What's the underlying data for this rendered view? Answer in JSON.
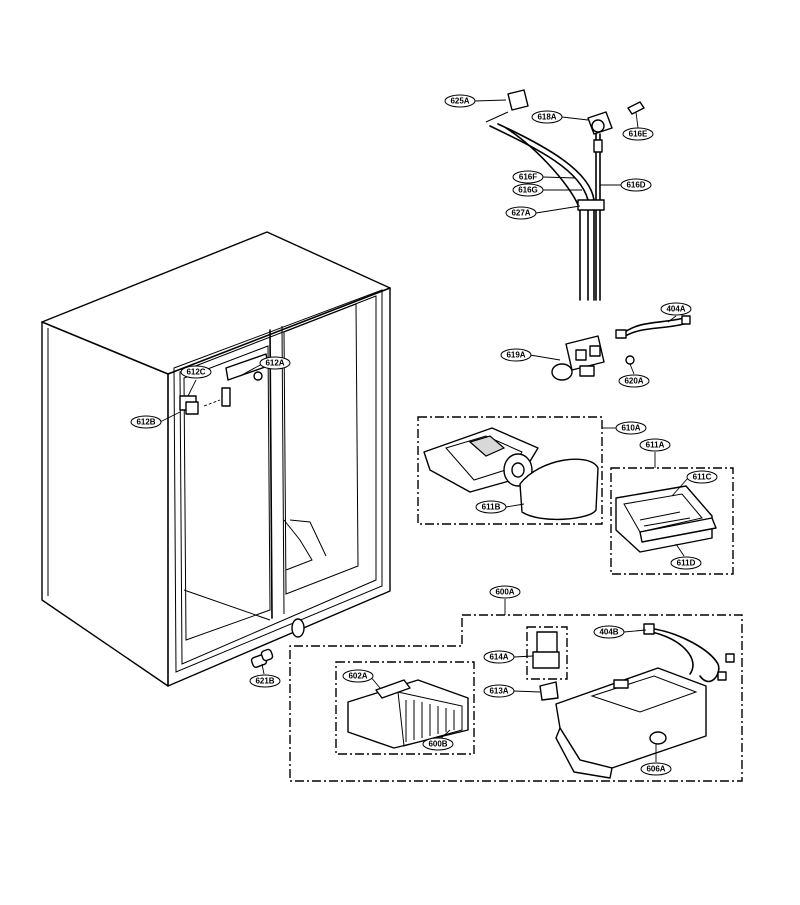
{
  "diagram": {
    "callouts": [
      {
        "id": "625A",
        "label": "625A"
      },
      {
        "id": "618A",
        "label": "618A"
      },
      {
        "id": "616E",
        "label": "616E"
      },
      {
        "id": "616F",
        "label": "616F"
      },
      {
        "id": "616G",
        "label": "616G"
      },
      {
        "id": "616D",
        "label": "616D"
      },
      {
        "id": "627A",
        "label": "627A"
      },
      {
        "id": "404A",
        "label": "404A"
      },
      {
        "id": "619A",
        "label": "619A"
      },
      {
        "id": "620A",
        "label": "620A"
      },
      {
        "id": "612C",
        "label": "612C"
      },
      {
        "id": "612A",
        "label": "612A"
      },
      {
        "id": "612B",
        "label": "612B"
      },
      {
        "id": "610A",
        "label": "610A"
      },
      {
        "id": "611A",
        "label": "611A"
      },
      {
        "id": "611C",
        "label": "611C"
      },
      {
        "id": "611B",
        "label": "611B"
      },
      {
        "id": "611D",
        "label": "611D"
      },
      {
        "id": "600A",
        "label": "600A"
      },
      {
        "id": "404B",
        "label": "404B"
      },
      {
        "id": "614A",
        "label": "614A"
      },
      {
        "id": "602A",
        "label": "602A"
      },
      {
        "id": "621B",
        "label": "621B"
      },
      {
        "id": "613A",
        "label": "613A"
      },
      {
        "id": "600B",
        "label": "600B"
      },
      {
        "id": "606A",
        "label": "606A"
      }
    ]
  }
}
